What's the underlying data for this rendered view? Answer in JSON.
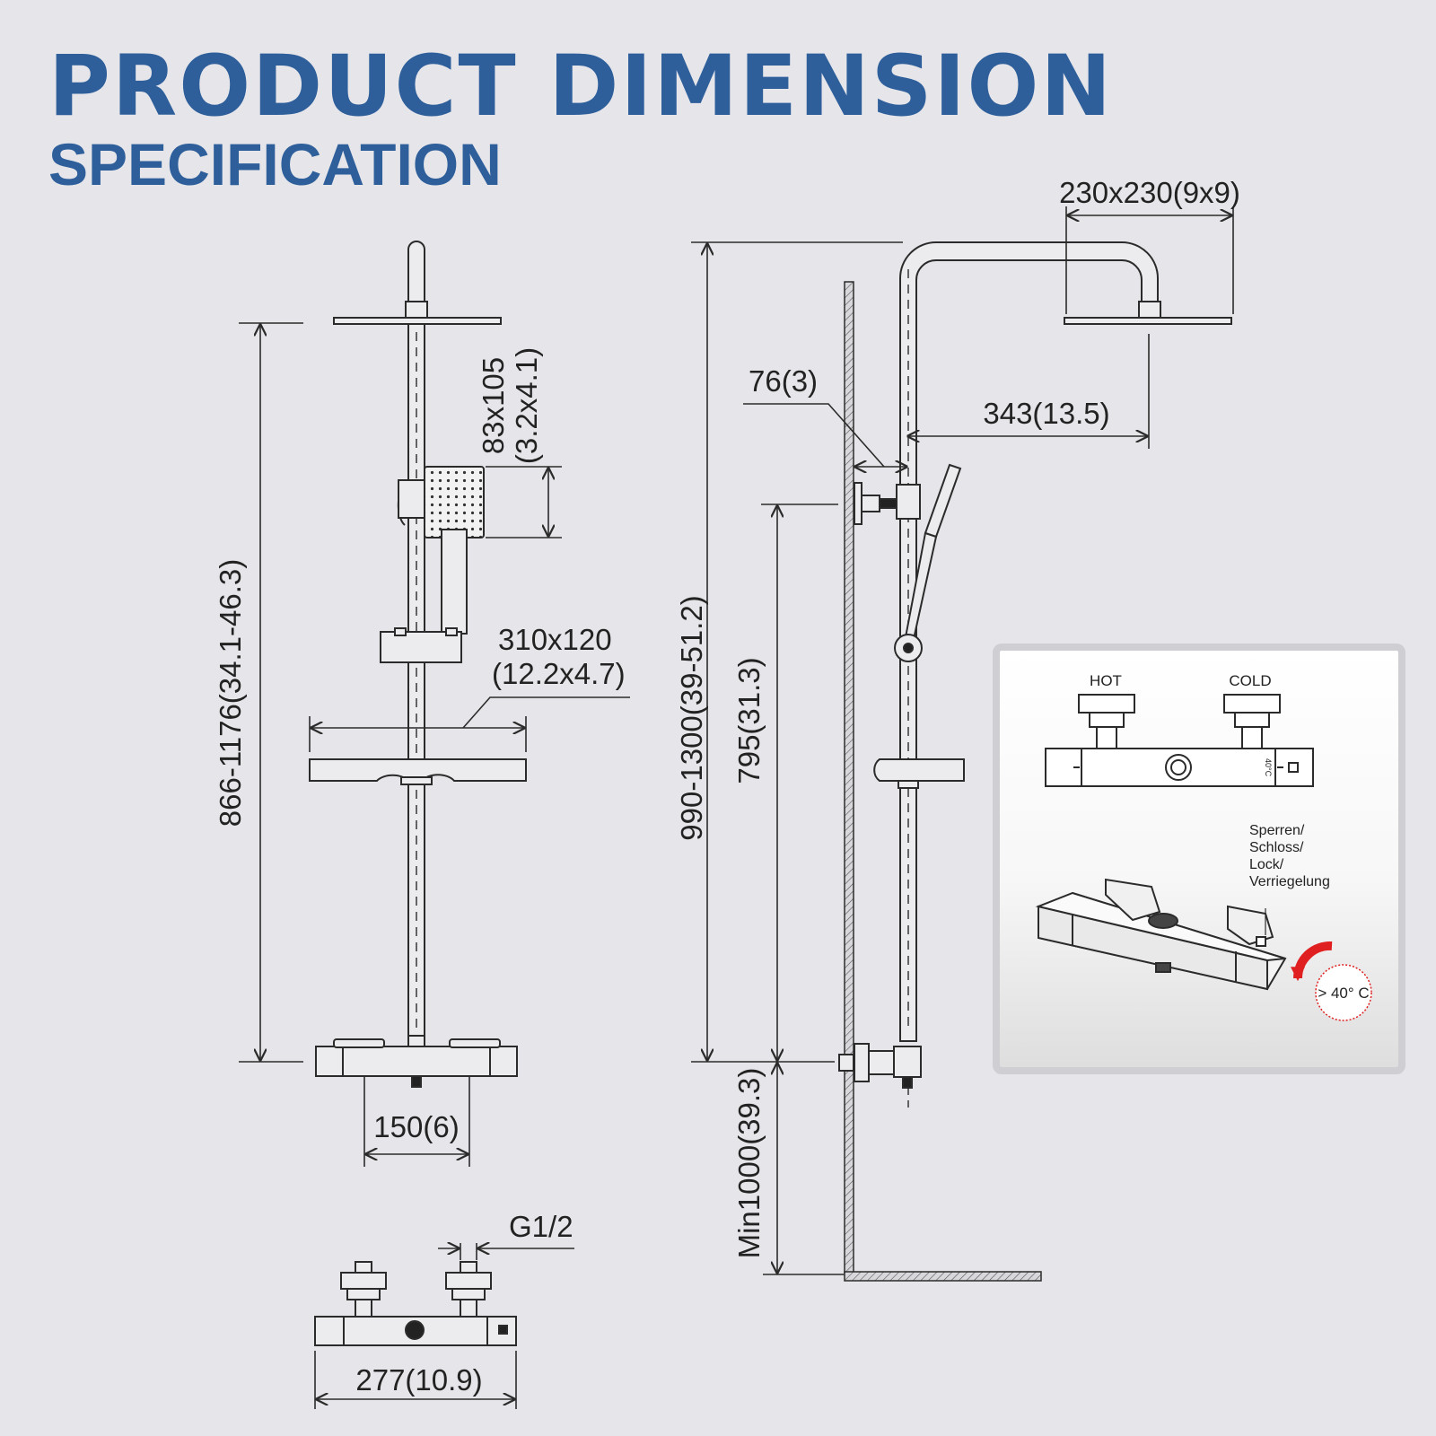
{
  "header": {
    "title": "PRODUCT DIMENSION",
    "subtitle": "SPECIFICATION"
  },
  "dimensions": {
    "head_size": "230x230(9x9)",
    "arm_reach": "343(13.5)",
    "wall_offset": "76(3)",
    "hand_shower_size_1": "83x105",
    "hand_shower_size_2": "(3.2x4.1)",
    "shelf_size_1": "310x120",
    "shelf_size_2": "(12.2x4.7)",
    "overall_height": "866-1176(34.1-46.3)",
    "adjustable_height": "990-1300(39-51.2)",
    "holder_height": "795(31.3)",
    "mount_height": "Min1000(39.3)",
    "inlet_spacing": "150(6)",
    "thread": "G1/2",
    "valve_width": "277(10.9)"
  },
  "detail_panel": {
    "hot_label": "HOT",
    "cold_label": "COLD",
    "lock_lines": [
      "Sperren/",
      "Schloss/",
      "Lock/",
      "Verriegelung"
    ],
    "temp_label": "> 40° C",
    "temp_scale_label": "40°C"
  },
  "colors": {
    "heading": "#2e5f9b",
    "line": "#2b2b2b",
    "background": "#e6e6ea",
    "accent": "#e02020"
  }
}
